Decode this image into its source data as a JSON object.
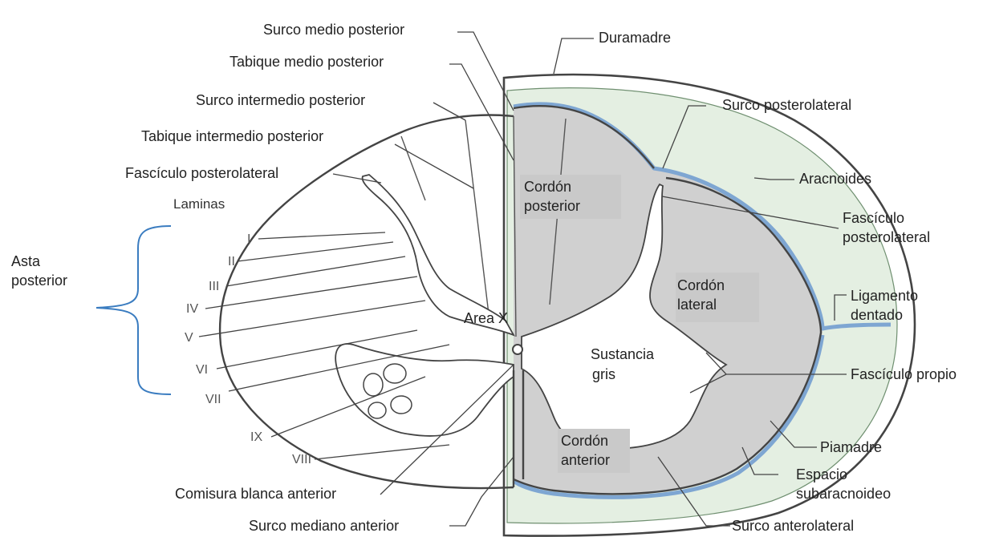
{
  "labels": {
    "surco_medio_posterior": "Surco medio posterior",
    "tabique_medio_posterior": "Tabique medio posterior",
    "surco_intermedio_posterior": "Surco intermedio posterior",
    "tabique_intermedio_posterior": "Tabique intermedio posterior",
    "fasciculo_posterolateral_left": "Fascículo posterolateral",
    "laminas": "Laminas",
    "asta_line1": "Asta",
    "asta_line2": "posterior",
    "duramadre": "Duramadre",
    "surco_posterolateral": "Surco posterolateral",
    "aracnoides": "Aracnoides",
    "fasciculo_line1": "Fascículo",
    "fasciculo_line2": "posterolateral",
    "ligamento_line1": "Ligamento",
    "ligamento_line2": "dentado",
    "fasciculo_propio": "Fascículo propio",
    "piamadre": "Piamadre",
    "espacio_line1": "Espacio",
    "espacio_line2": "subaracnoideo",
    "surco_anterolateral": "Surco anterolateral",
    "surco_mediano_anterior": "Surco mediano anterior",
    "comisura_blanca_anterior": "Comisura  blanca anterior",
    "area_x": "Area X",
    "cordon_posterior_1": "Cordón",
    "cordon_posterior_2": "posterior",
    "cordon_lateral_1": "Cordón",
    "cordon_lateral_2": "lateral",
    "cordon_anterior_1": "Cordón",
    "cordon_anterior_2": "anterior",
    "sustancia_1": "Sustancia",
    "sustancia_2": "gris"
  },
  "laminas_roman": [
    "I",
    "II",
    "III",
    "IV",
    "V",
    "VI",
    "VII",
    "VIII",
    "IX"
  ],
  "colors": {
    "piamadre_blue": "#7ea6d2",
    "bracket_blue": "#3a7cc0",
    "subarachnoid": "#e4efe2",
    "white_matter_gray": "#d0d0d0",
    "outline": "#444444"
  }
}
